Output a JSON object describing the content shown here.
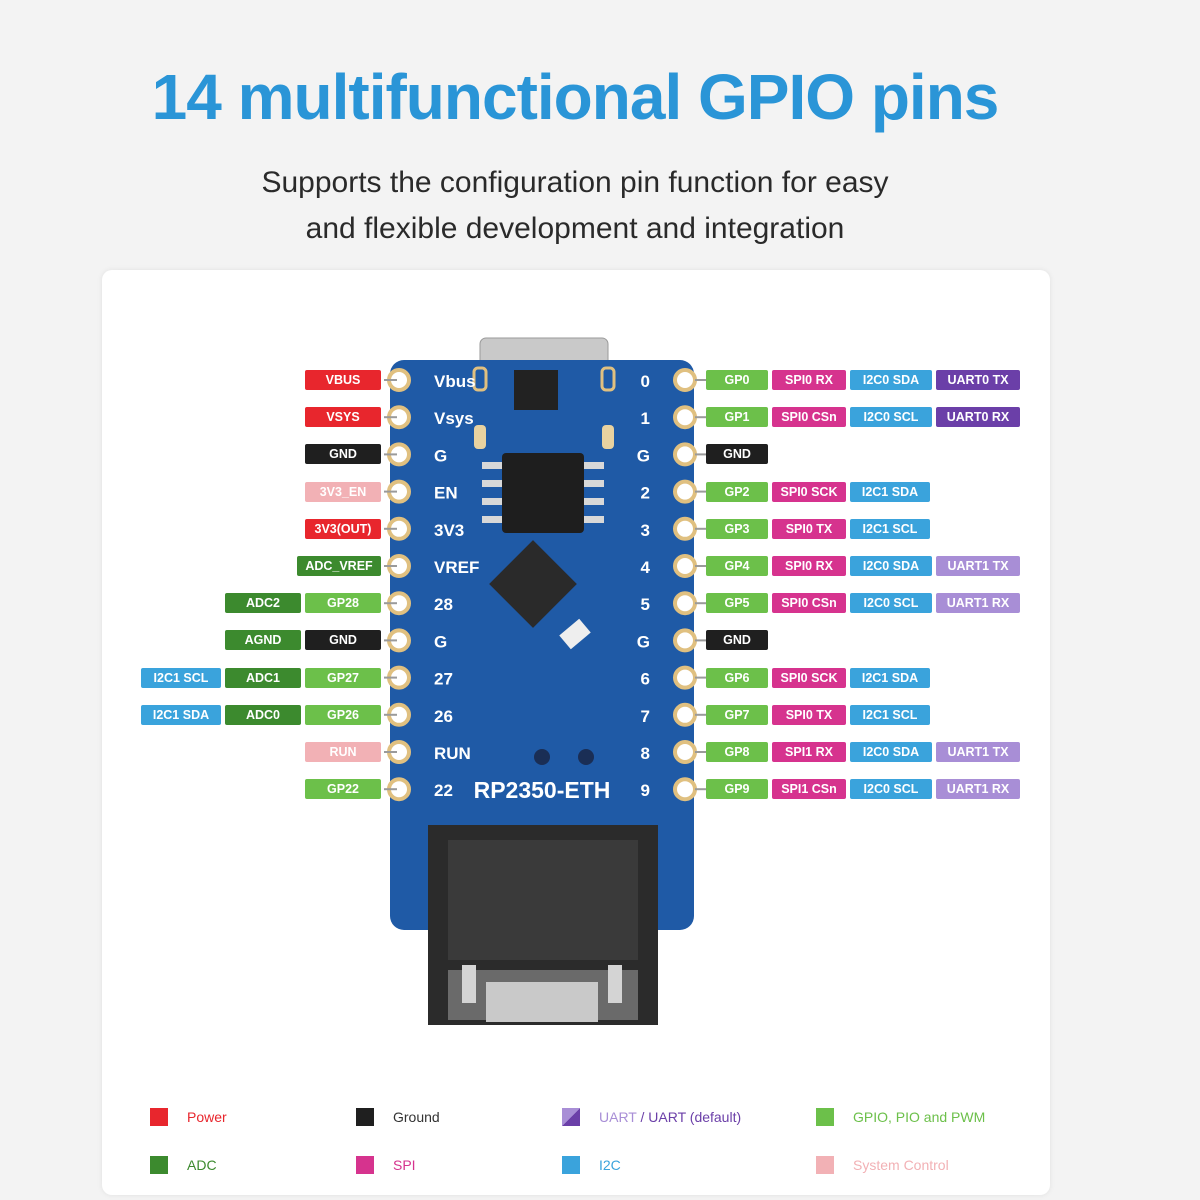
{
  "header": {
    "title": "14 multifunctional GPIO pins",
    "subtitle_line1": "Supports the configuration pin function for easy",
    "subtitle_line2": "and flexible development and integration"
  },
  "board": {
    "name": "RP2350-ETH",
    "left_labels": [
      "Vbus",
      "Vsys",
      "G",
      "EN",
      "3V3",
      "VREF",
      "28",
      "G",
      "27",
      "26",
      "RUN",
      "22"
    ],
    "right_labels": [
      "0",
      "1",
      "G",
      "2",
      "3",
      "4",
      "5",
      "G",
      "6",
      "7",
      "8",
      "9"
    ]
  },
  "colors": {
    "power": "#e8262d",
    "ground": "#1f1f1f",
    "uart": "#6b3fa8",
    "uart_default": "#a88ed6",
    "gpio": "#6cc04a",
    "adc": "#3c8a2e",
    "spi": "#d6338e",
    "i2c": "#3aa3dc",
    "system": "#f2b1b5",
    "board": "#1f5aa6"
  },
  "left_pins": [
    [
      {
        "t": "VBUS",
        "k": "power"
      }
    ],
    [
      {
        "t": "VSYS",
        "k": "power"
      }
    ],
    [
      {
        "t": "GND",
        "k": "ground"
      }
    ],
    [
      {
        "t": "3V3_EN",
        "k": "system"
      }
    ],
    [
      {
        "t": "3V3(OUT)",
        "k": "power"
      }
    ],
    [
      {
        "t": "ADC_VREF",
        "k": "adc"
      }
    ],
    [
      {
        "t": "GP28",
        "k": "gpio"
      },
      {
        "t": "ADC2",
        "k": "adc"
      }
    ],
    [
      {
        "t": "GND",
        "k": "ground"
      },
      {
        "t": "AGND",
        "k": "adc"
      }
    ],
    [
      {
        "t": "GP27",
        "k": "gpio"
      },
      {
        "t": "ADC1",
        "k": "adc"
      },
      {
        "t": "I2C1 SCL",
        "k": "i2c"
      }
    ],
    [
      {
        "t": "GP26",
        "k": "gpio"
      },
      {
        "t": "ADC0",
        "k": "adc"
      },
      {
        "t": "I2C1 SDA",
        "k": "i2c"
      }
    ],
    [
      {
        "t": "RUN",
        "k": "system"
      }
    ],
    [
      {
        "t": "GP22",
        "k": "gpio"
      }
    ]
  ],
  "right_pins": [
    [
      {
        "t": "GP0",
        "k": "gpio"
      },
      {
        "t": "SPI0 RX",
        "k": "spi"
      },
      {
        "t": "I2C0 SDA",
        "k": "i2c"
      },
      {
        "t": "UART0 TX",
        "k": "uart"
      }
    ],
    [
      {
        "t": "GP1",
        "k": "gpio"
      },
      {
        "t": "SPI0 CSn",
        "k": "spi"
      },
      {
        "t": "I2C0 SCL",
        "k": "i2c"
      },
      {
        "t": "UART0 RX",
        "k": "uart"
      }
    ],
    [
      {
        "t": "GND",
        "k": "ground"
      }
    ],
    [
      {
        "t": "GP2",
        "k": "gpio"
      },
      {
        "t": "SPI0 SCK",
        "k": "spi"
      },
      {
        "t": "I2C1 SDA",
        "k": "i2c"
      }
    ],
    [
      {
        "t": "GP3",
        "k": "gpio"
      },
      {
        "t": "SPI0 TX",
        "k": "spi"
      },
      {
        "t": "I2C1 SCL",
        "k": "i2c"
      }
    ],
    [
      {
        "t": "GP4",
        "k": "gpio"
      },
      {
        "t": "SPI0 RX",
        "k": "spi"
      },
      {
        "t": "I2C0 SDA",
        "k": "i2c"
      },
      {
        "t": "UART1 TX",
        "k": "uart_default"
      }
    ],
    [
      {
        "t": "GP5",
        "k": "gpio"
      },
      {
        "t": "SPI0 CSn",
        "k": "spi"
      },
      {
        "t": "I2C0 SCL",
        "k": "i2c"
      },
      {
        "t": "UART1 RX",
        "k": "uart_default"
      }
    ],
    [
      {
        "t": "GND",
        "k": "ground"
      }
    ],
    [
      {
        "t": "GP6",
        "k": "gpio"
      },
      {
        "t": "SPI0 SCK",
        "k": "spi"
      },
      {
        "t": "I2C1 SDA",
        "k": "i2c"
      }
    ],
    [
      {
        "t": "GP7",
        "k": "gpio"
      },
      {
        "t": "SPI0 TX",
        "k": "spi"
      },
      {
        "t": "I2C1 SCL",
        "k": "i2c"
      }
    ],
    [
      {
        "t": "GP8",
        "k": "gpio"
      },
      {
        "t": "SPI1 RX",
        "k": "spi"
      },
      {
        "t": "I2C0 SDA",
        "k": "i2c"
      },
      {
        "t": "UART1 TX",
        "k": "uart_default"
      }
    ],
    [
      {
        "t": "GP9",
        "k": "gpio"
      },
      {
        "t": "SPI1 CSn",
        "k": "spi"
      },
      {
        "t": "I2C0 SCL",
        "k": "i2c"
      },
      {
        "t": "UART1 RX",
        "k": "uart_default"
      }
    ]
  ],
  "legend": {
    "power": "Power",
    "ground": "Ground",
    "uart_a": "UART",
    "uart_sep": " / ",
    "uart_b": "UART (default)",
    "gpio": "GPIO, PIO and PWM",
    "adc": "ADC",
    "spi": "SPI",
    "i2c": "I2C",
    "system": "System Control"
  }
}
